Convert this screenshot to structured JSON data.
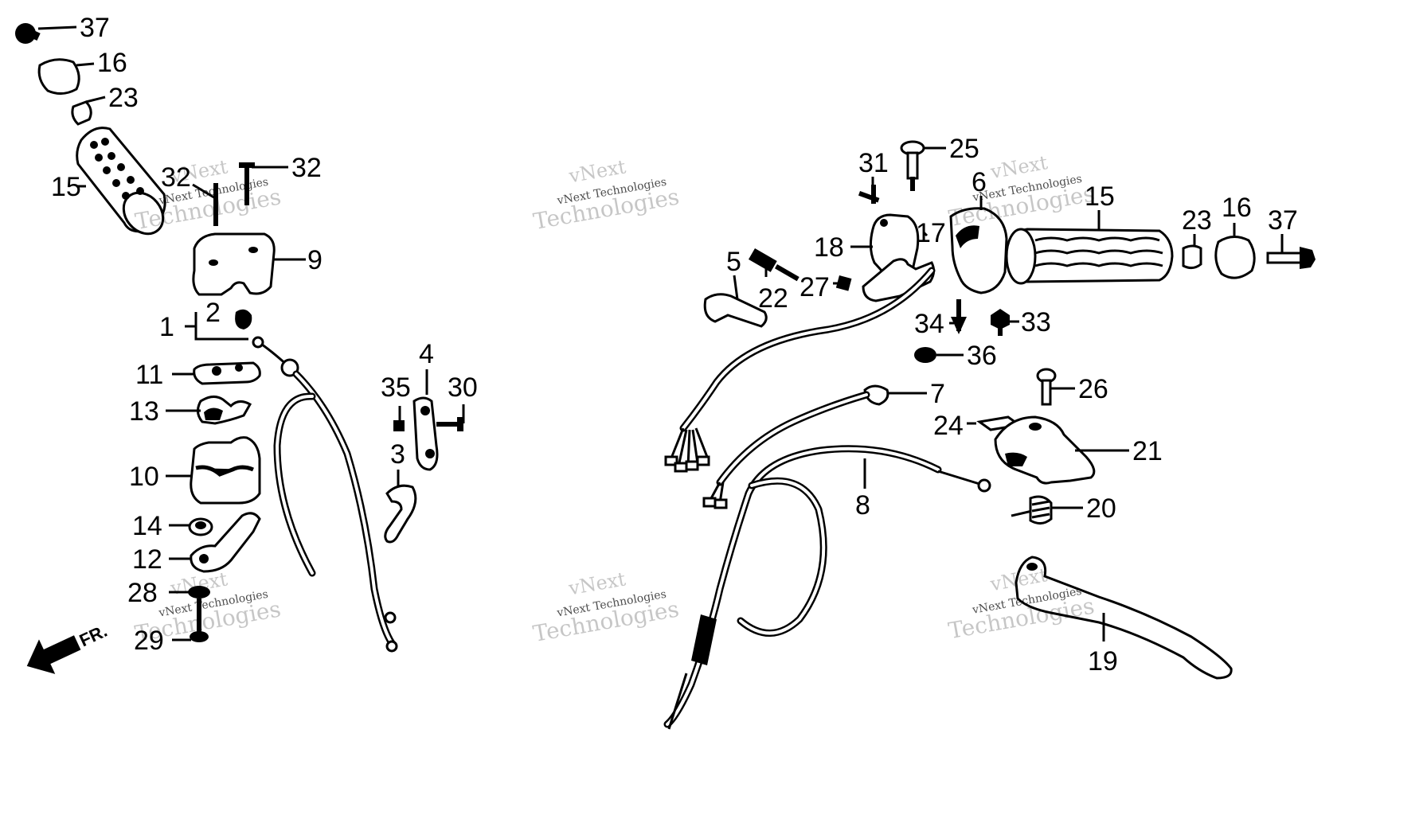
{
  "watermark": {
    "line1": "vNext",
    "line2": "vNext Technologies",
    "line3": "Technologies"
  },
  "front_marker": "FR.",
  "callouts": {
    "left": [
      "37",
      "16",
      "23",
      "15",
      "32",
      "32",
      "9",
      "1",
      "2",
      "11",
      "13",
      "10",
      "14",
      "12",
      "28",
      "29",
      "35",
      "4",
      "30",
      "3"
    ],
    "right": [
      "31",
      "25",
      "6",
      "15",
      "23",
      "16",
      "37",
      "18",
      "17",
      "5",
      "22",
      "27",
      "34",
      "33",
      "36",
      "7",
      "26",
      "24",
      "21",
      "8",
      "20",
      "19"
    ]
  }
}
